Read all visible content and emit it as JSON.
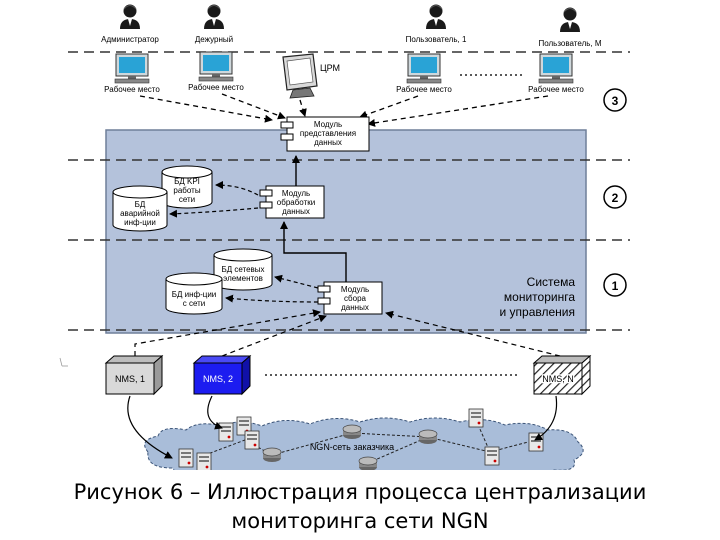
{
  "users": [
    {
      "role": "Администратор",
      "workstation": "Рабочее место"
    },
    {
      "role": "Дежурный",
      "workstation": "Рабочее место"
    },
    {
      "role": "Пользователь, 1",
      "workstation": "Рабочее место"
    },
    {
      "role": "Пользователь, M",
      "workstation": "Рабочее место"
    }
  ],
  "monitor_label": "ЦРМ",
  "levels": [
    "3",
    "2",
    "1"
  ],
  "modules": {
    "presentation": [
      "Модуль",
      "представления",
      "данных"
    ],
    "processing": [
      "Модуль",
      "обработки",
      "данных"
    ],
    "collection": [
      "Модуль",
      "сбора",
      "данных"
    ]
  },
  "databases": {
    "kpi": [
      "БД KPI",
      "работы",
      "сети"
    ],
    "alarms": [
      "БД",
      "аварийной",
      "инф-ции"
    ],
    "network_elements": [
      "БД сетевых",
      "элементов"
    ],
    "network_info": [
      "БД инф-ции",
      "с сети"
    ]
  },
  "system_label": [
    "Система",
    "мониторинга",
    "и управления"
  ],
  "nms": [
    {
      "label": "NMS, 1",
      "fill": "#d9d9d9"
    },
    {
      "label": "NMS, 2",
      "fill": "#1c1cf0"
    },
    {
      "label": "NMS, N",
      "fill": "hatched"
    }
  ],
  "cloud_label": "NGN-сеть заказчика",
  "caption": {
    "line1": "Рисунок 6  – Иллюстрация процесса централизации",
    "line2": "мониторинга сети NGN"
  },
  "colors": {
    "panel": "#b4c2db",
    "panel_border": "#6f7f99",
    "nms_blue": "#1c1cf0",
    "cloud": "#a9bdd9"
  }
}
